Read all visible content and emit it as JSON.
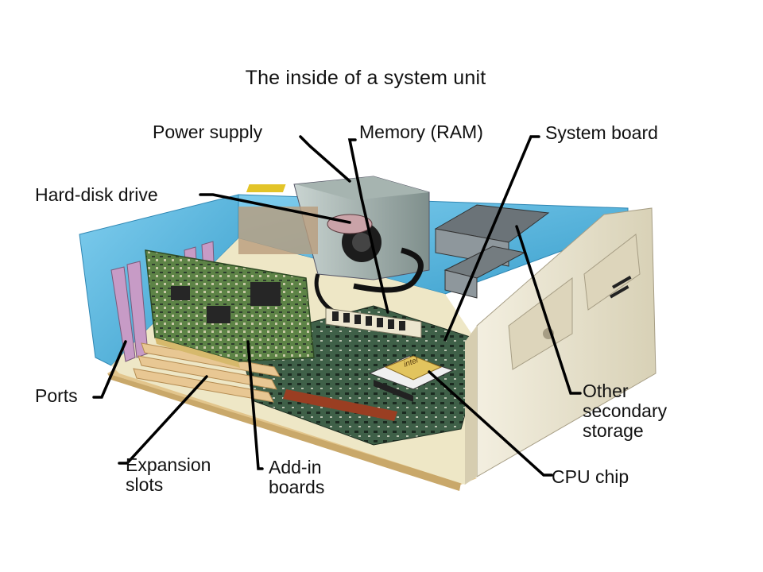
{
  "title": "The inside of a system unit",
  "labels": {
    "power_supply": "Power supply",
    "memory": "Memory (RAM)",
    "system_board": "System board",
    "hard_disk": "Hard-disk drive",
    "ports": "Ports",
    "expansion_slots": "Expansion\nslots",
    "add_in_boards": "Add-in\nboards",
    "other_storage": "Other\nsecondary\nstorage",
    "cpu_chip": "CPU chip"
  },
  "chip_marking": "intel",
  "colors": {
    "case_blue": "#4fb4dd",
    "case_beige": "#ebe5cf",
    "board_green": "#3d5f45",
    "pcb_green": "#6a8f4a",
    "leader_line": "#000000"
  }
}
